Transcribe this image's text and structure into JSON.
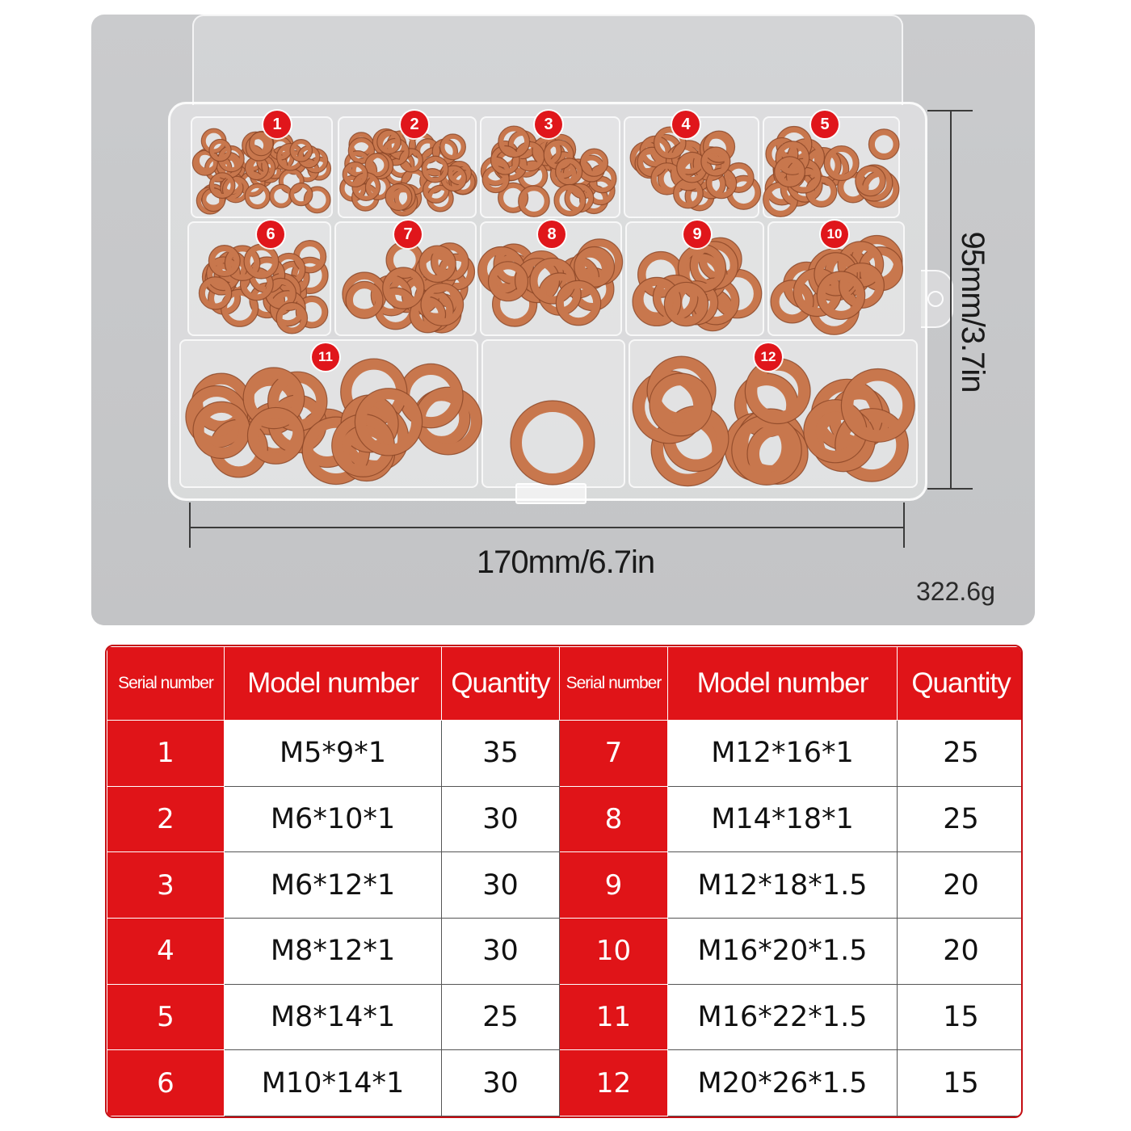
{
  "product": {
    "compartment_labels": [
      "1",
      "2",
      "3",
      "4",
      "5",
      "6",
      "7",
      "8",
      "9",
      "10",
      "11",
      "12"
    ],
    "washer_color": "#c8774d",
    "badge_color": "#e0161b",
    "height_label": "95mm/3.7in",
    "width_label": "170mm/6.7in",
    "weight_label": "322.6g"
  },
  "table": {
    "accent_color": "#e01418",
    "headers": [
      "Serial number",
      "Model number",
      "Quantity",
      "Serial number",
      "Model number",
      "Quantity"
    ],
    "rows": [
      [
        "1",
        "M5*9*1",
        "35",
        "7",
        "M12*16*1",
        "25"
      ],
      [
        "2",
        "M6*10*1",
        "30",
        "8",
        "M14*18*1",
        "25"
      ],
      [
        "3",
        "M6*12*1",
        "30",
        "9",
        "M12*18*1.5",
        "20"
      ],
      [
        "4",
        "M8*12*1",
        "30",
        "10",
        "M16*20*1.5",
        "20"
      ],
      [
        "5",
        "M8*14*1",
        "25",
        "11",
        "M16*22*1.5",
        "15"
      ],
      [
        "6",
        "M10*14*1",
        "30",
        "12",
        "M20*26*1.5",
        "15"
      ]
    ]
  }
}
